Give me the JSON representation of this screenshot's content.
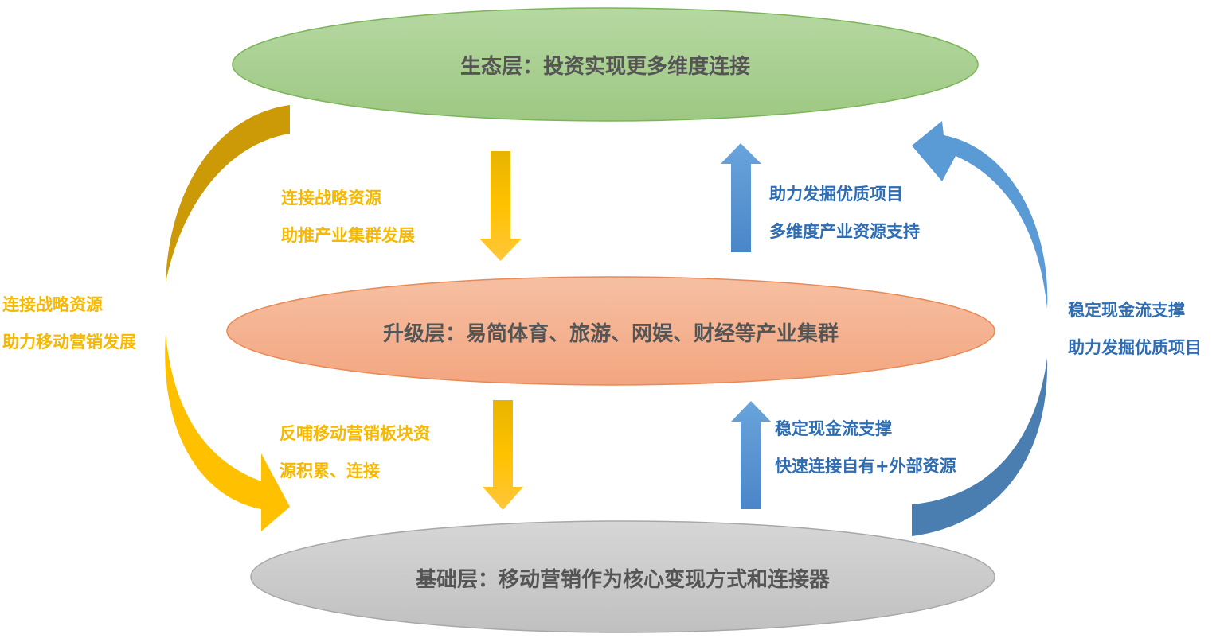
{
  "layers": {
    "ecosystem": {
      "label": "生态层：投资实现更多维度连接",
      "fill": "#a9d08e",
      "stroke": "#70ad47"
    },
    "upgrade": {
      "label": "升级层：易简体育、旅游、网娱、财经等产业集群",
      "fill": "#f4b183",
      "stroke": "#ed7d31"
    },
    "foundation": {
      "label": "基础层：移动营销作为核心变现方式和连接器",
      "fill": "#c9c9c9",
      "stroke": "#a5a5a5"
    }
  },
  "annotations": {
    "top_left_inner": [
      "连接战略资源",
      "助推产业集群发展"
    ],
    "top_right_inner": [
      "助力发掘优质项目",
      "多维度产业资源支持"
    ],
    "bottom_left_inner": [
      "反哺移动营销板块资",
      "源积累、连接"
    ],
    "bottom_right_inner": [
      "稳定现金流支撑",
      "快速连接自有+外部资源"
    ],
    "left_outer": [
      "连接战略资源",
      "助力移动营销发展"
    ],
    "right_outer": [
      "稳定现金流支撑",
      "助力发掘优质项目"
    ]
  },
  "colors": {
    "yellow_text": "#f6b800",
    "blue_text": "#2e6db3",
    "yellow_arrow": "#ffc000",
    "dark_yellow_arrow": "#cc9a06",
    "blue_arrow": "#5b9bd5",
    "dark_blue_arrow": "#4a7db0"
  }
}
